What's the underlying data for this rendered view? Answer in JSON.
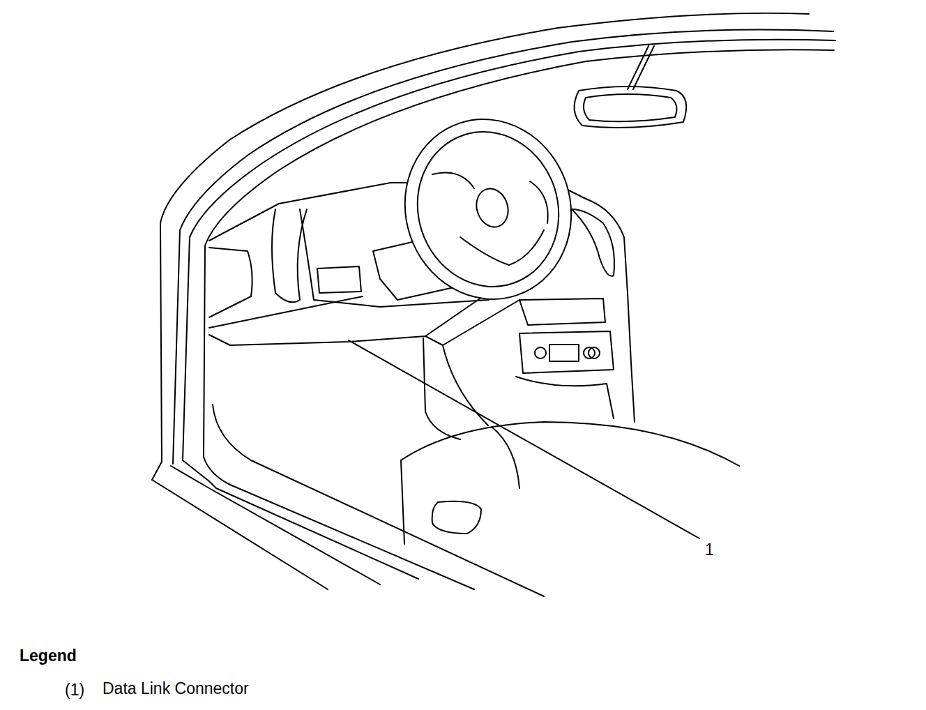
{
  "diagram": {
    "labels": [
      "1",
      "Legend",
      "(1)"
    ],
    "legend": [
      {
        "text": "Data Link Connector"
      }
    ]
  }
}
